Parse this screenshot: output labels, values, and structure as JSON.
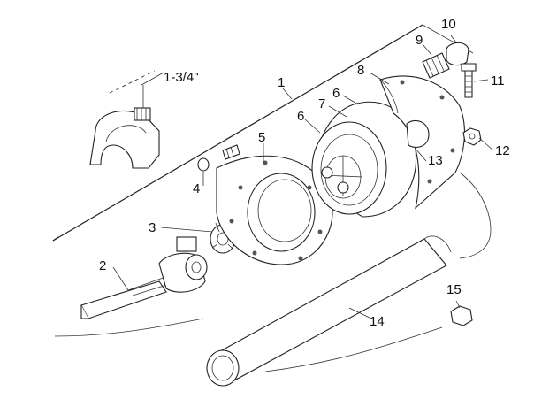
{
  "callouts": [
    {
      "id": "1",
      "text": "1"
    },
    {
      "id": "2",
      "text": "2"
    },
    {
      "id": "3",
      "text": "3"
    },
    {
      "id": "4",
      "text": "4"
    },
    {
      "id": "5",
      "text": "5"
    },
    {
      "id": "6a",
      "text": "6"
    },
    {
      "id": "6b",
      "text": "6"
    },
    {
      "id": "7",
      "text": "7"
    },
    {
      "id": "8",
      "text": "8"
    },
    {
      "id": "9",
      "text": "9"
    },
    {
      "id": "10",
      "text": "10"
    },
    {
      "id": "11",
      "text": "11"
    },
    {
      "id": "12",
      "text": "12"
    },
    {
      "id": "13",
      "text": "13"
    },
    {
      "id": "14",
      "text": "14"
    },
    {
      "id": "15",
      "text": "15"
    }
  ],
  "dimension": {
    "text": "1-3/4\""
  }
}
